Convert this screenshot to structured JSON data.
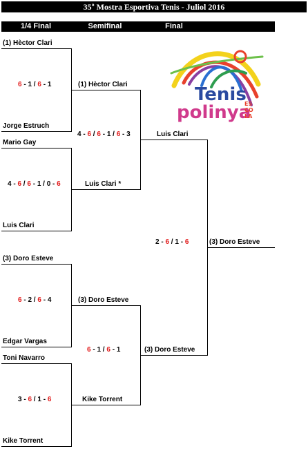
{
  "title": "35º Mostra Esportiva Tenis - Juliol 2016",
  "rounds": {
    "quarter": "1/4 Final",
    "semi": "Semifinal",
    "final": "Final"
  },
  "quarterfinals": [
    {
      "p1": "(1) Hèctor Clari",
      "p2": "Jorge Estruch",
      "score": [
        [
          "6",
          "r"
        ],
        [
          " - ",
          ""
        ],
        [
          "1",
          ""
        ],
        [
          " / ",
          ""
        ],
        [
          "6",
          "r"
        ],
        [
          " - ",
          ""
        ],
        [
          "1",
          ""
        ]
      ]
    },
    {
      "p1": "Mario Gay",
      "p2": "Luis Clari",
      "score": [
        [
          "4",
          ""
        ],
        [
          " - ",
          ""
        ],
        [
          "6",
          "r"
        ],
        [
          " / ",
          ""
        ],
        [
          "6",
          "r"
        ],
        [
          " - ",
          ""
        ],
        [
          "1",
          ""
        ],
        [
          " / ",
          ""
        ],
        [
          "0",
          ""
        ],
        [
          " - ",
          ""
        ],
        [
          "6",
          "r"
        ]
      ]
    },
    {
      "p1": "(3) Doro Esteve",
      "p2": "Edgar Vargas",
      "score": [
        [
          "6",
          "r"
        ],
        [
          " - ",
          ""
        ],
        [
          "2",
          ""
        ],
        [
          " / ",
          ""
        ],
        [
          "6",
          "r"
        ],
        [
          " - ",
          ""
        ],
        [
          "4",
          ""
        ]
      ]
    },
    {
      "p1": "Toni Navarro",
      "p2": "Kike Torrent",
      "score": [
        [
          "3",
          ""
        ],
        [
          " - ",
          ""
        ],
        [
          "6",
          "r"
        ],
        [
          " / ",
          ""
        ],
        [
          "1",
          ""
        ],
        [
          " - ",
          ""
        ],
        [
          "6",
          "r"
        ]
      ]
    }
  ],
  "semifinals": [
    {
      "p1": "(1) Hèctor Clari",
      "p2": "Luis Clari *",
      "score": [
        [
          "4",
          ""
        ],
        [
          " - ",
          ""
        ],
        [
          "6",
          "r"
        ],
        [
          " / ",
          ""
        ],
        [
          "6",
          "r"
        ],
        [
          " - ",
          ""
        ],
        [
          "1",
          ""
        ],
        [
          " / ",
          ""
        ],
        [
          "6",
          "r"
        ],
        [
          " - ",
          ""
        ],
        [
          "3",
          ""
        ]
      ]
    },
    {
      "p1": "(3) Doro Esteve",
      "p2": "Kike Torrent",
      "score": [
        [
          "6",
          "r"
        ],
        [
          " - ",
          ""
        ],
        [
          "1",
          ""
        ],
        [
          " / ",
          ""
        ],
        [
          "6",
          "r"
        ],
        [
          " - ",
          ""
        ],
        [
          "1",
          ""
        ]
      ]
    }
  ],
  "final": {
    "p1": "Luis Clari",
    "p2": "(3) Doro Esteve",
    "score": [
      [
        "2",
        ""
      ],
      [
        " - ",
        ""
      ],
      [
        "6",
        "r"
      ],
      [
        " / ",
        ""
      ],
      [
        "1",
        ""
      ],
      [
        " - ",
        ""
      ],
      [
        "6",
        "r"
      ]
    ]
  },
  "champion": "(3) Doro Esteve",
  "logo": {
    "word1": "Tenis",
    "word2": "polinya",
    "word3": "ESCOLA"
  },
  "colors": {
    "score_red": "#e21b1b",
    "header_bg": "#000000"
  }
}
